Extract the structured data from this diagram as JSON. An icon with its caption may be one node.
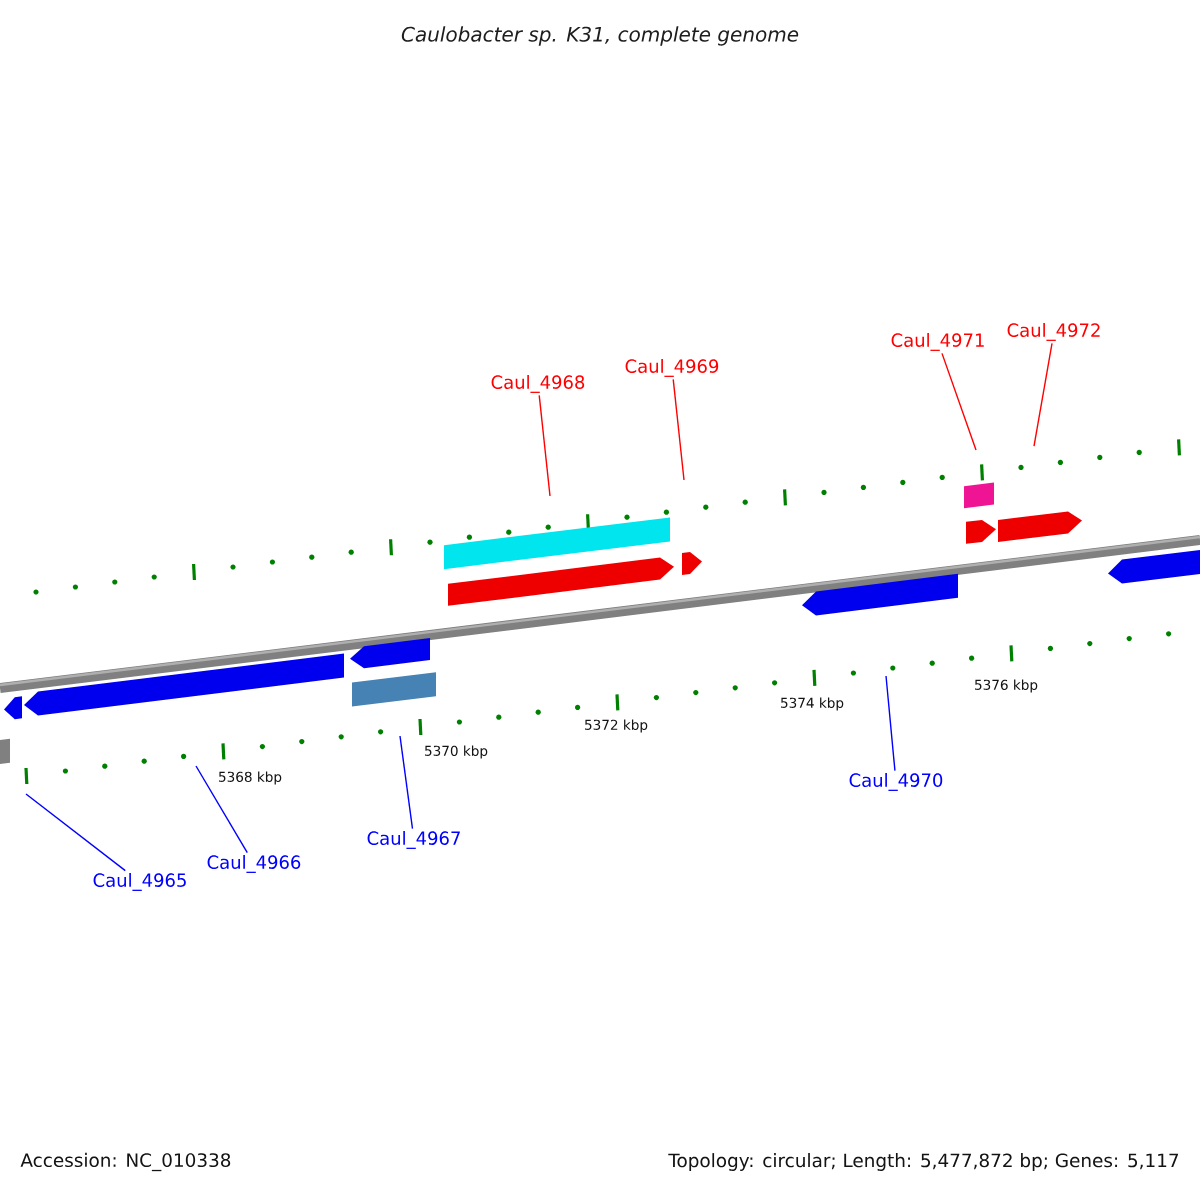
{
  "diagram": {
    "title": "Caulobacter sp. K31, complete genome",
    "nodes": [
      {
        "text": [
          "Caul_4965"
        ]
      },
      {
        "text": [
          "Caul_4966"
        ]
      },
      {
        "text": [
          "Caul_4967"
        ]
      },
      {
        "text": [
          "Caul_4968"
        ]
      },
      {
        "text": [
          "Caul_4969"
        ]
      },
      {
        "text": [
          "Caul_4970"
        ]
      },
      {
        "text": [
          "Caul_4971"
        ]
      },
      {
        "text": [
          "Caul_4972"
        ]
      }
    ],
    "edges": [
      {
        "from": 0,
        "to": null,
        "arrow": "none",
        "color": "#0000ff"
      },
      {
        "from": 1,
        "to": null,
        "arrow": "none",
        "color": "#0000ff"
      },
      {
        "from": 2,
        "to": null,
        "arrow": "none",
        "color": "#0000ff"
      },
      {
        "from": 3,
        "to": null,
        "arrow": "none",
        "color": "#ff0000"
      },
      {
        "from": 4,
        "to": null,
        "arrow": "none",
        "color": "#ff0000"
      },
      {
        "from": 5,
        "to": null,
        "arrow": "none",
        "color": "#0000ff"
      },
      {
        "from": 6,
        "to": null,
        "arrow": "none",
        "color": "#ff0000"
      },
      {
        "from": 7,
        "to": null,
        "arrow": "none",
        "color": "#ff0000"
      }
    ],
    "labels": [
      "5368 kbp",
      "5370 kbp",
      "5372 kbp",
      "5374 kbp",
      "5376 kbp",
      "Accession: NC_010338",
      "Topology: circular; Length: 5,477,872 bp; Genes: 5,117"
    ]
  }
}
